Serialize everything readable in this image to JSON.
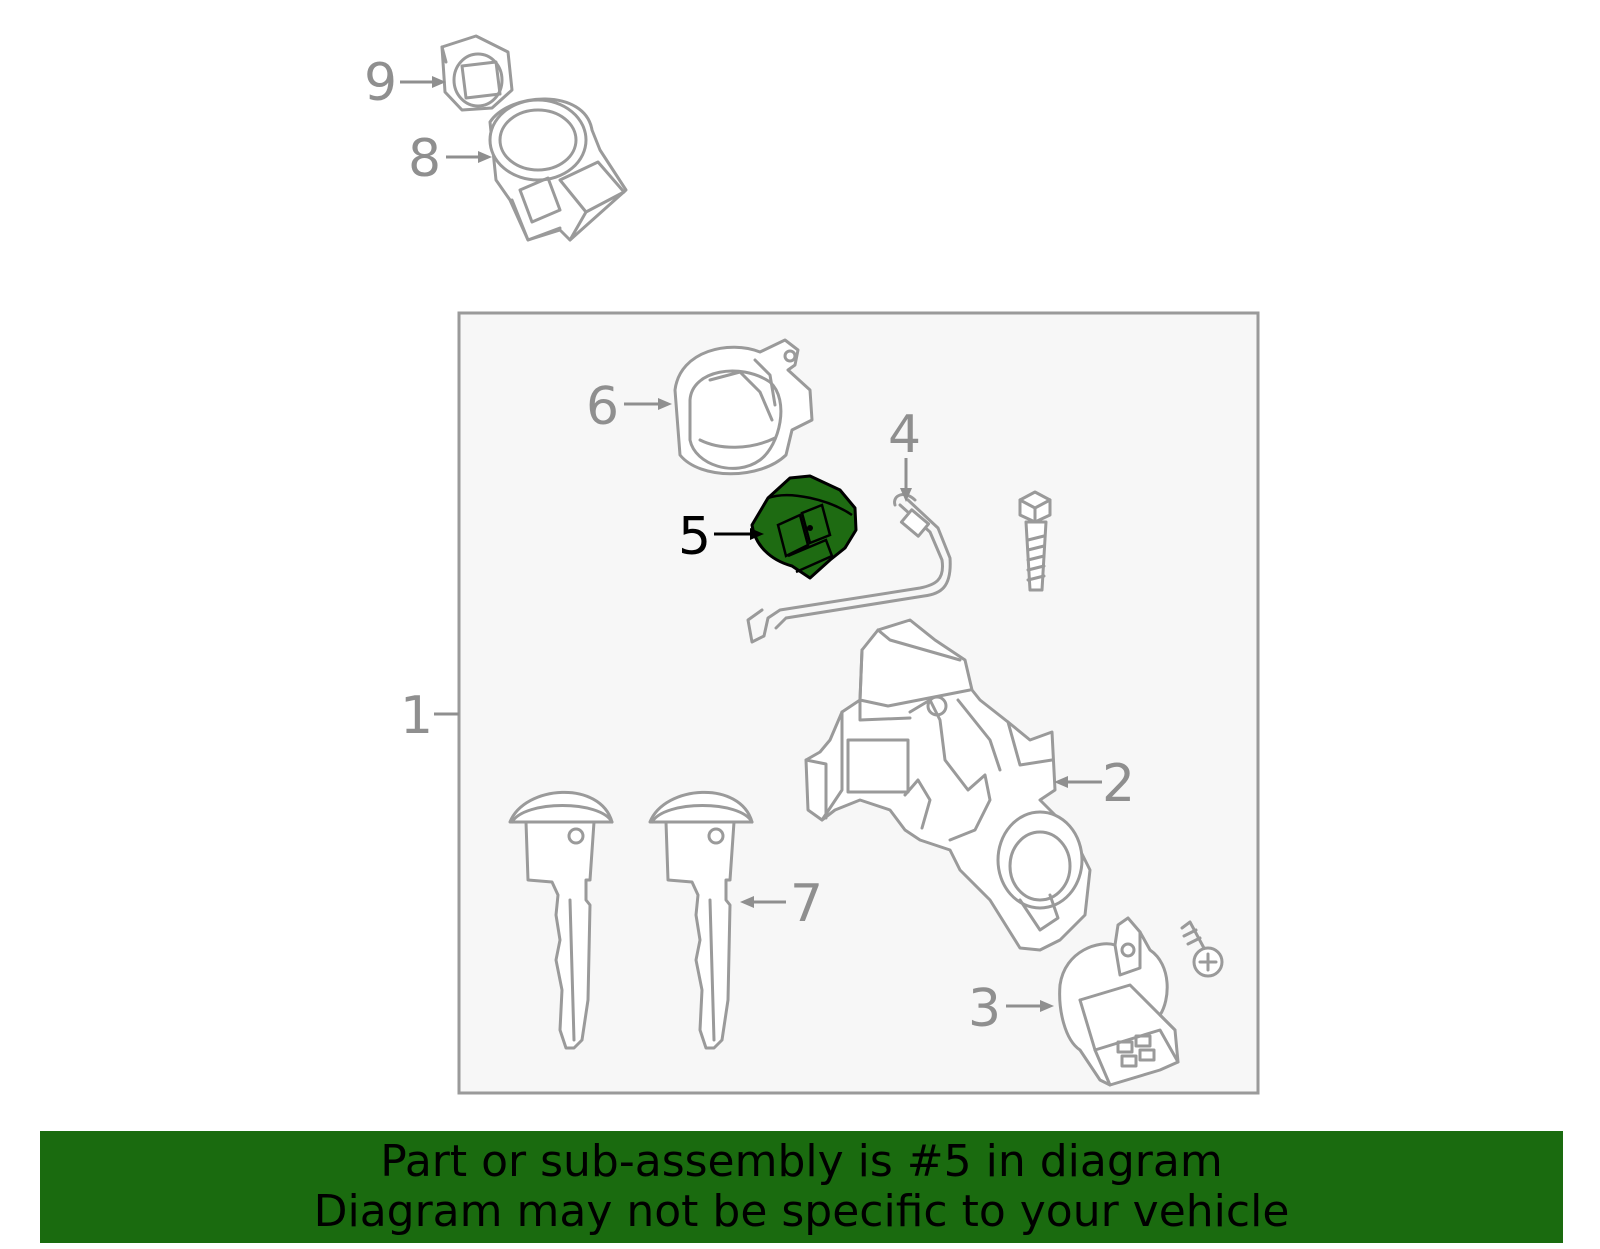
{
  "diagram": {
    "callouts": {
      "c1": "1",
      "c2": "2",
      "c3": "3",
      "c4": "4",
      "c5": "5",
      "c6": "6",
      "c7": "7",
      "c8": "8",
      "c9": "9"
    },
    "highlighted_part": "5",
    "colors": {
      "highlight_fill": "#1e6b12",
      "banner_background": "#1a6b0f",
      "line_art": "#9a9a9a",
      "assembly_box_background": "#f7f7f7"
    }
  },
  "footer": {
    "line1": "Part or sub-assembly is #5 in diagram",
    "line2": "Diagram may not be specific to your vehicle"
  }
}
